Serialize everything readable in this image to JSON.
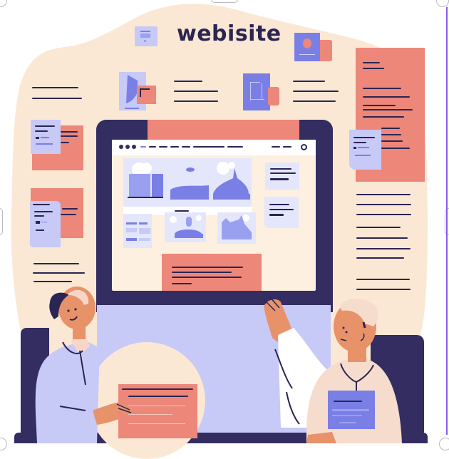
{
  "illustration": {
    "title": "webisite",
    "description": "Flat illustration of two people interacting with a large website mockup on a monitor, surrounded by floating document cards",
    "colors": {
      "background_blob": "#fbe8d4",
      "coral": "#ec877a",
      "lavender": "#c7c9f6",
      "periwinkle": "#7a7fe6",
      "navy": "#332d62",
      "pale_blue": "#e4e6fb",
      "white": "#ffffff",
      "skin": "#e8926a",
      "selection_border": "#8a5cf0"
    },
    "browser": {
      "window_dots": 3,
      "icons": [
        "image-thumbnail",
        "mountain-thumbnail",
        "landmark-thumbnail",
        "table-thumbnail",
        "statue-thumbnail",
        "hill-thumbnail"
      ]
    },
    "people": [
      {
        "role": "presenter-left",
        "holding": "coral-document"
      },
      {
        "role": "presenter-right",
        "pointing_at": "monitor",
        "badge": "id-badge"
      }
    ]
  }
}
